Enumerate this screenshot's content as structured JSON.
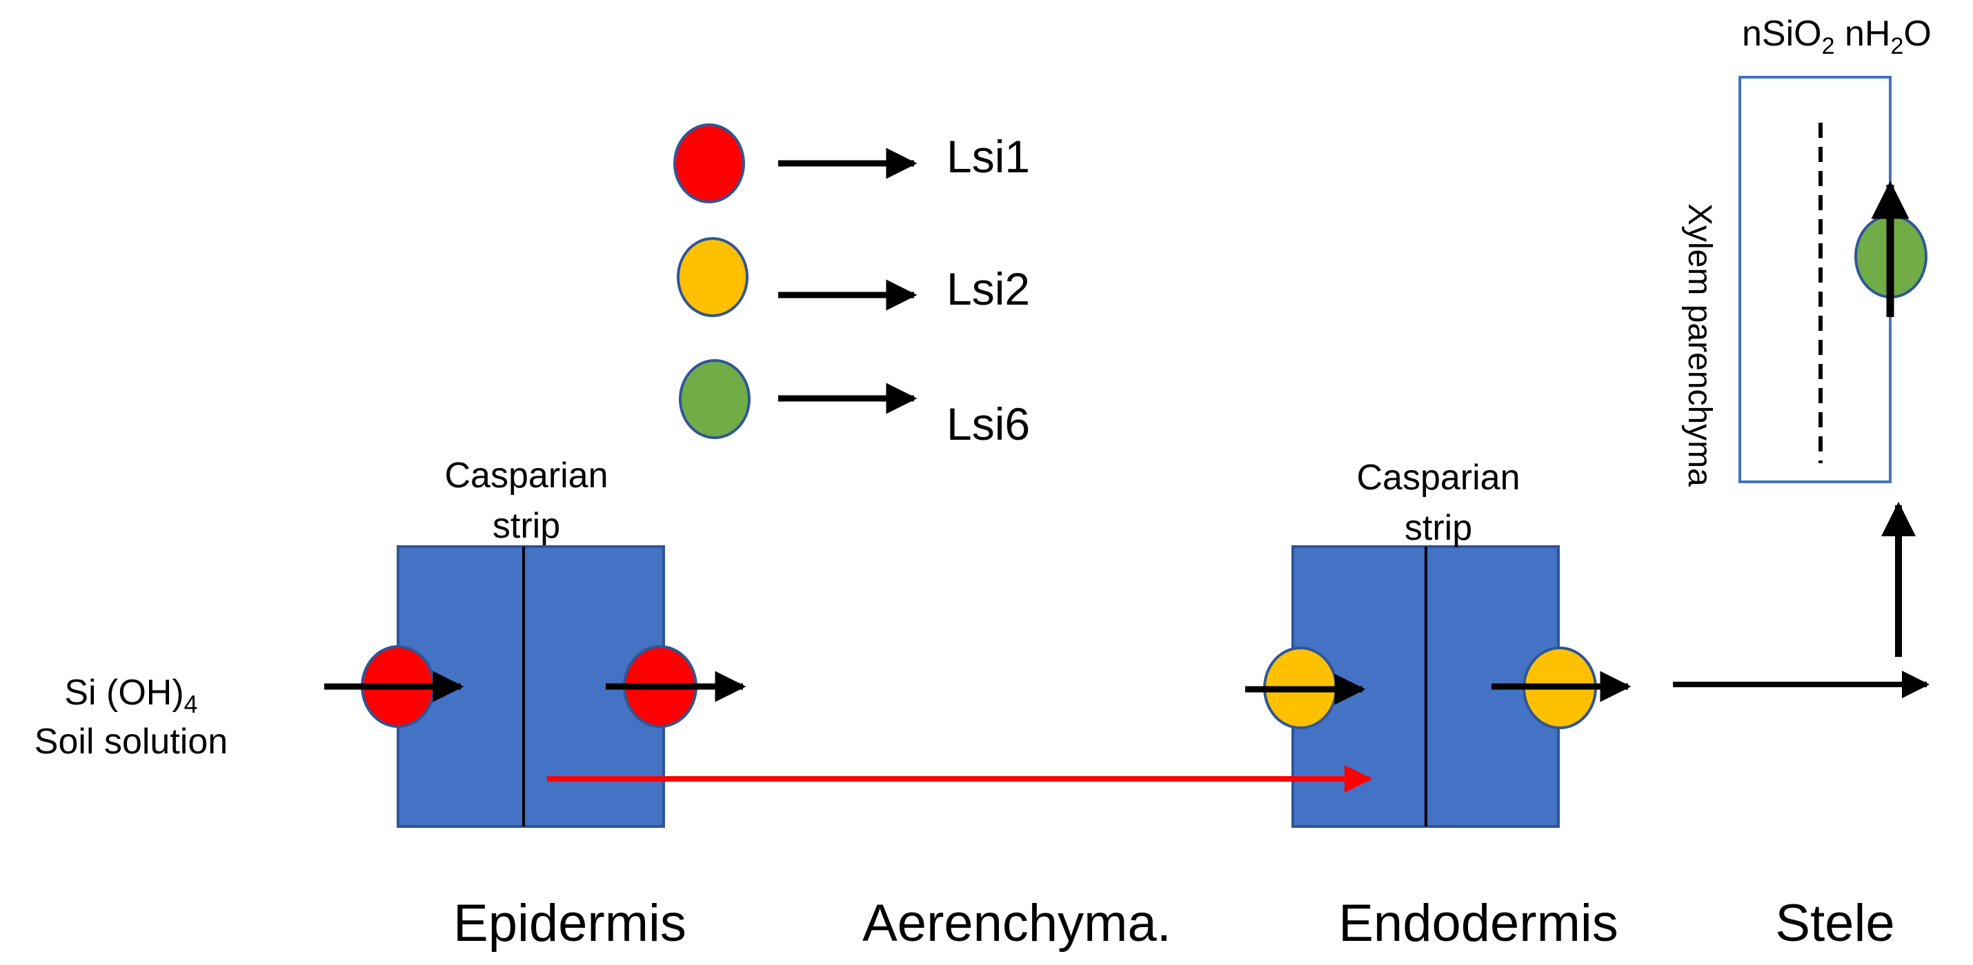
{
  "colors": {
    "lsi1": "#ff0000",
    "lsi2": "#ffc000",
    "lsi6": "#70ad47",
    "cell": "#4472c4",
    "cell_border": "#2f5597",
    "apoplastic_arrow": "#ff0000",
    "xylem_border": "#4472c4",
    "arrow": "#000000"
  },
  "legend": [
    {
      "label": "Lsi1",
      "color_key": "lsi1"
    },
    {
      "label": "Lsi2",
      "color_key": "lsi2"
    },
    {
      "label": "Lsi6",
      "color_key": "lsi6"
    }
  ],
  "source": {
    "line1_prefix": "Si (OH)",
    "line1_subscript": "4",
    "line2": "Soil solution"
  },
  "casparian": {
    "left": {
      "line1": "Casparian",
      "line2": "strip"
    },
    "right": {
      "line1": "Casparian",
      "line2": "strip"
    }
  },
  "xylem": {
    "label": "Xylem parenchyma",
    "product": {
      "p1": "nSiO",
      "s1": "2",
      "p2": " nH",
      "s2": "2",
      "p3": "O"
    }
  },
  "tissues": {
    "epidermis": "Epidermis",
    "aerenchyma": "Aerenchyma.",
    "endodermis": "Endodermis",
    "stele": "Stele"
  }
}
